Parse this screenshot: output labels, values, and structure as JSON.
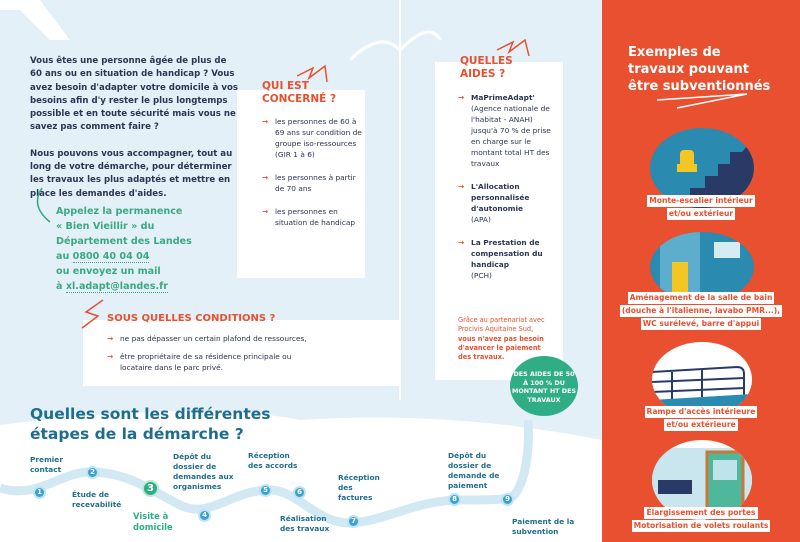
{
  "intro": {
    "p1": "Vous êtes une personne âgée de plus de 60 ans ou en situation de handicap ? Vous avez besoin d'adapter votre domicile à vos besoins afin d'y rester le plus longtemps possible et en toute sécurité mais vous ne savez pas comment faire ?",
    "p2": "Nous pouvons vous accompagner, tout au long de votre démarche, pour déterminer les travaux les plus adaptés et mettre en place les demandes d'aides."
  },
  "contact": {
    "line1": "Appelez la permanence",
    "line2": "« Bien Vieillir » du",
    "line3": "Département des Landes",
    "au": "au ",
    "phone": "0800 40 04 04",
    "line5": "ou envoyez un mail",
    "a": "à ",
    "email": "xl.adapt@landes.fr"
  },
  "qui": {
    "title": "QUI EST CONCERNÉ ?",
    "items": [
      "les personnes de 60 à 69 ans sur condition de groupe iso-ressources (GIR 1 à 6)",
      "les personnes à partir de 70 ans",
      "les personnes en situation de handicap"
    ]
  },
  "conditions": {
    "title": "SOUS QUELLES CONDITIONS ?",
    "items": [
      "ne pas dépasser un certain plafond de ressources,",
      "être propriétaire de sa résidence principale ou locataire dans le parc privé."
    ]
  },
  "aides": {
    "title": "QUELLES AIDES ?",
    "items": [
      {
        "name": "MaPrimeAdapt'",
        "desc": "(Agence nationale de l'habitat - ANAH) jusqu'à 70 % de prise en charge sur le montant total HT des travaux"
      },
      {
        "name": "L'Allocation personnalisée d'autonomie",
        "desc": "(APA)"
      },
      {
        "name": "La Prestation de compensation du handicap",
        "desc": "(PCH)"
      }
    ],
    "note": "Grâce au partenariat avec Procivis Aquitaine Sud, ",
    "note_bold": "vous n'avez pas besoin d'avancer le paiement des travaux.",
    "badge": "DES AIDES DE 50 À 100 % DU MONTANT HT DES TRAVAUX"
  },
  "examples": {
    "title": "Exemples de travaux pouvant être subventionnés",
    "items": [
      [
        "Monte-escalier intérieur",
        "et/ou extérieur"
      ],
      [
        "Aménagement de la salle de bain",
        "(douche à l'italienne, lavabo PMR...),",
        "WC surélevé, barre d'appui"
      ],
      [
        "Rampe d'accès intérieure",
        "et/ou extérieure"
      ],
      [
        "Élargissement des portes",
        "Motorisation de volets roulants"
      ]
    ]
  },
  "steps": {
    "title": "Quelles sont les différentes étapes de la démarche ?",
    "items": [
      {
        "n": "1",
        "label": "Premier contact"
      },
      {
        "n": "2",
        "label": "Étude de recevabilité"
      },
      {
        "n": "3",
        "label": "Visite à domicile"
      },
      {
        "n": "4",
        "label": "Dépôt du dossier de demandes aux organismes"
      },
      {
        "n": "5",
        "label": "Réception des accords"
      },
      {
        "n": "6",
        "label": "Réalisation des travaux"
      },
      {
        "n": "7",
        "label": "Réception des factures"
      },
      {
        "n": "8",
        "label": "Dépôt du dossier de demande de paiement"
      },
      {
        "n": "9",
        "label": "Paiement de la subvention"
      }
    ]
  }
}
